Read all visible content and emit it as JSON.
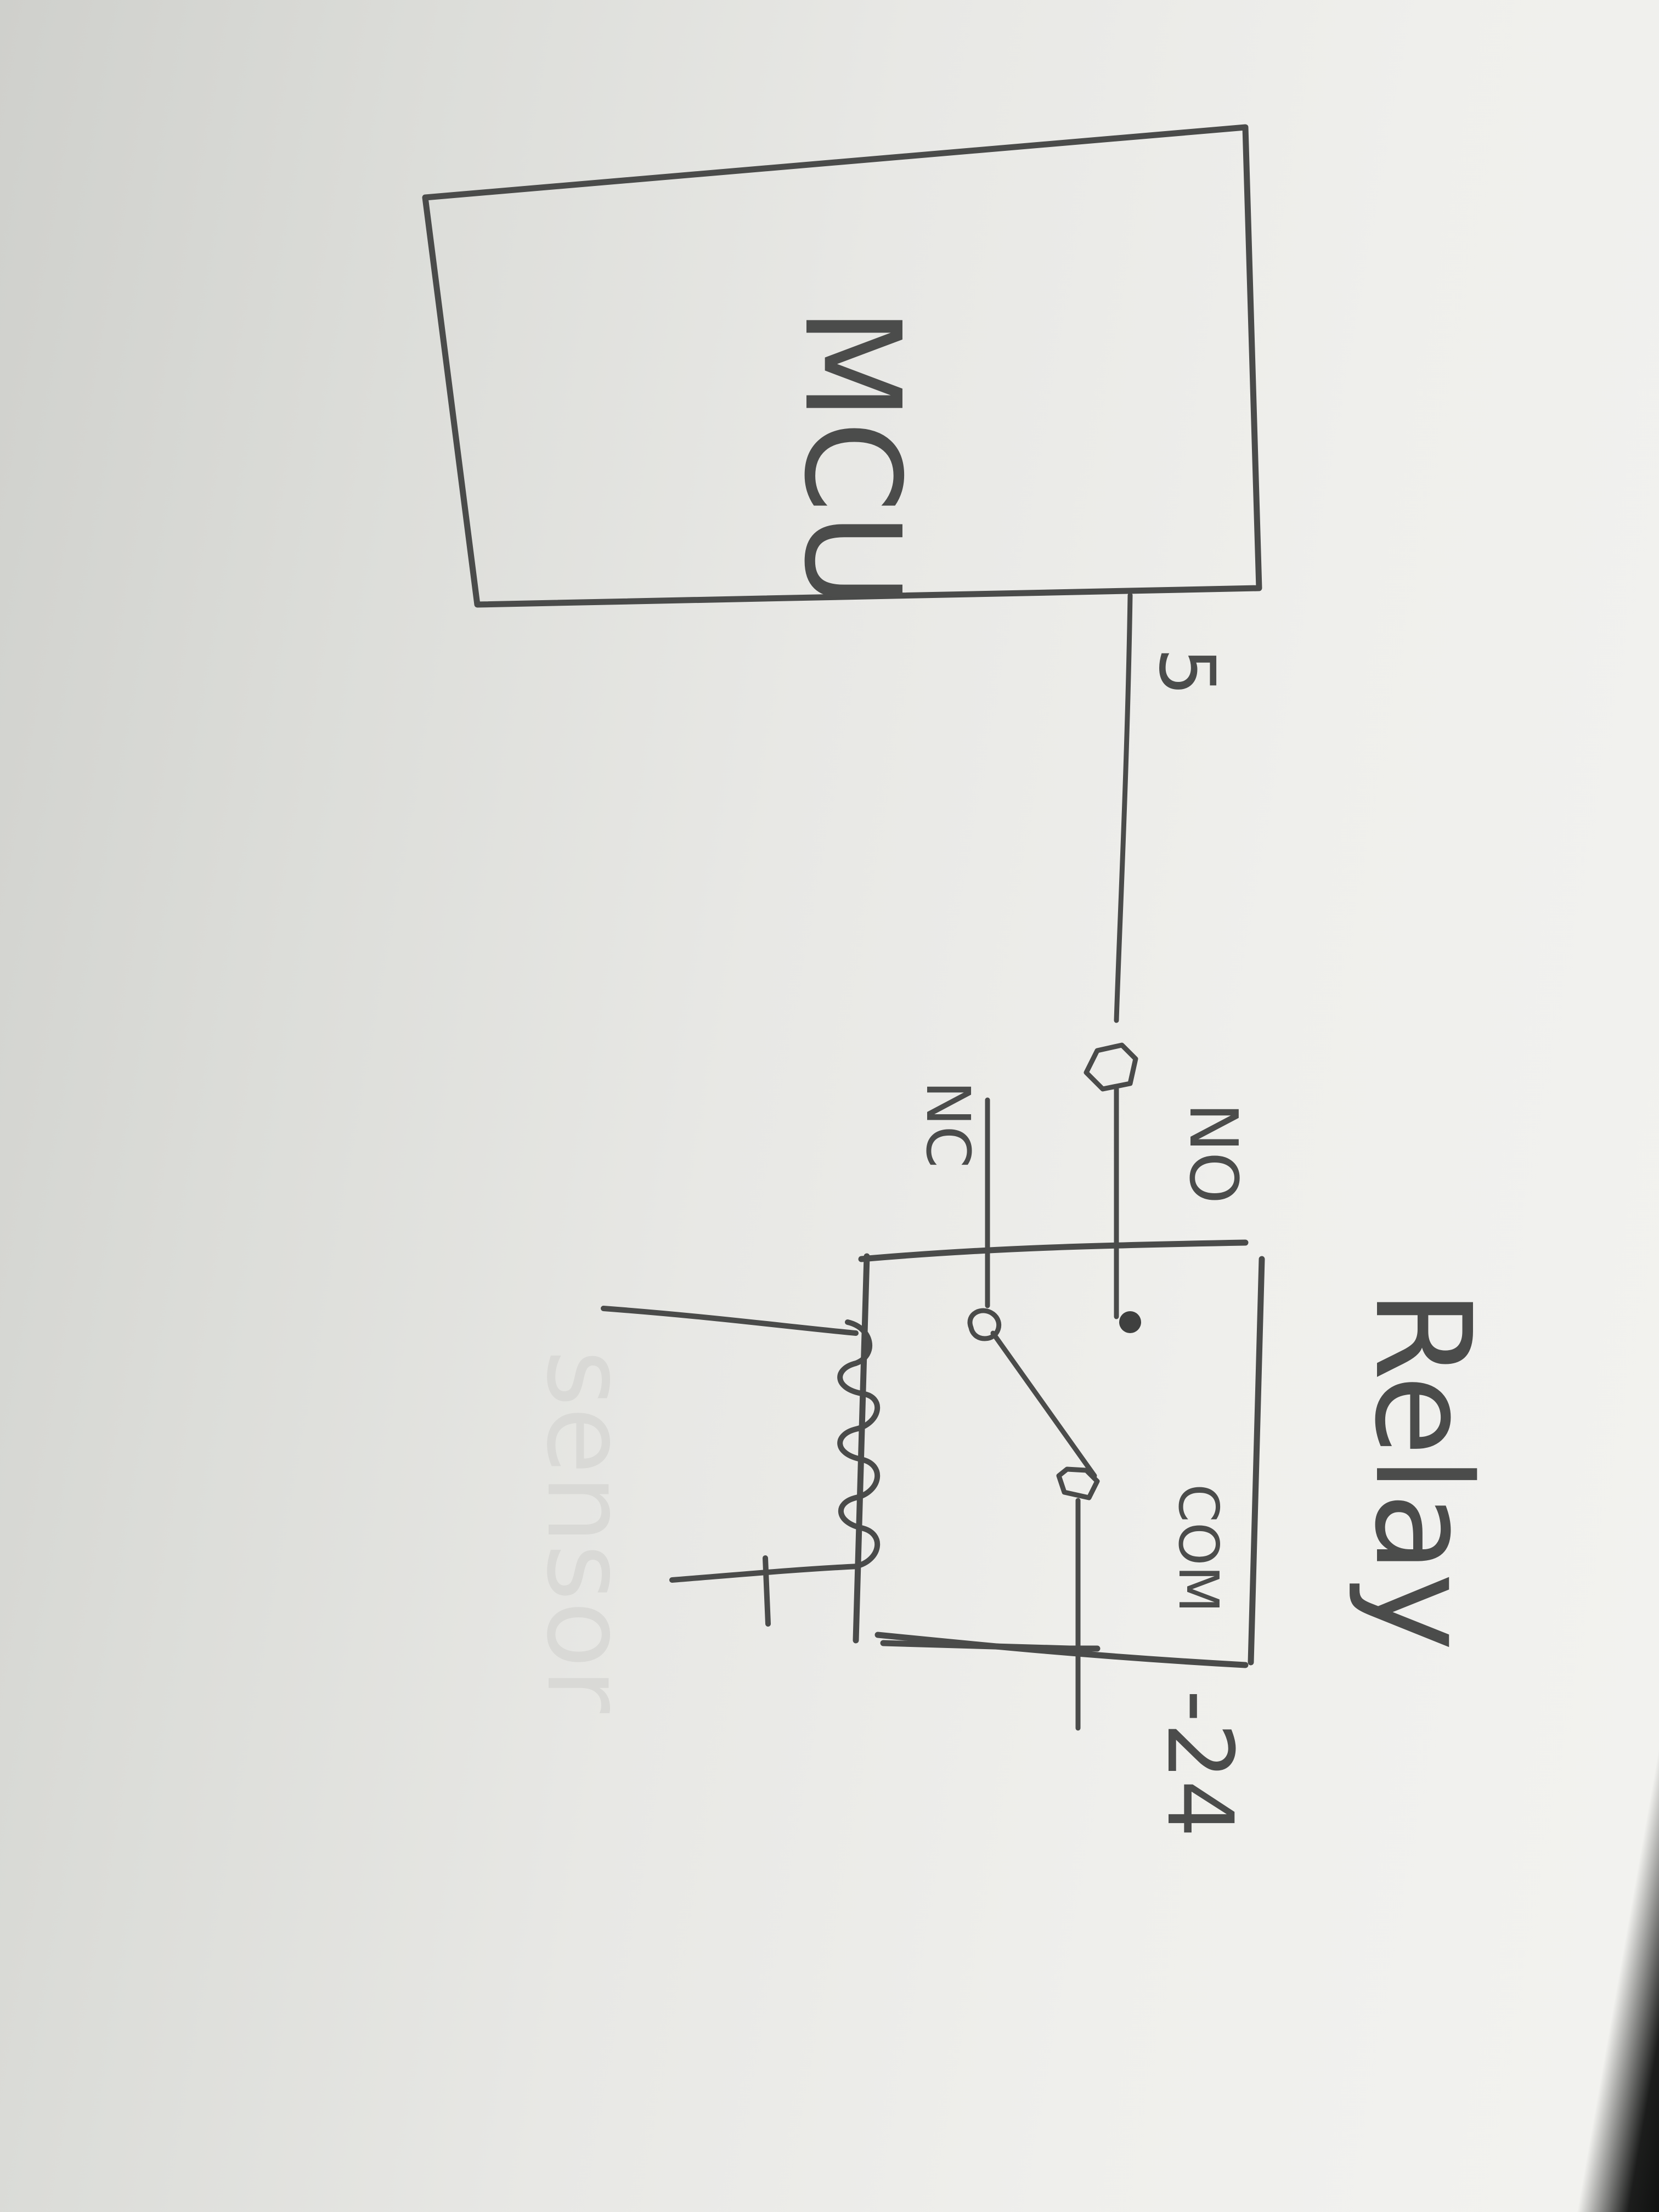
{
  "diagram": {
    "title": "Relay",
    "mcu_label": "MCU",
    "pin_label": "5",
    "no_label": "NO",
    "nc_label": "NC",
    "com_label": "COM",
    "supply_label": "-24",
    "ghost_text": "sensor"
  },
  "colors": {
    "pencil": "#4a4b4a",
    "paper": "#efefec",
    "shadow": "#cfd0cc",
    "edge": "#101110"
  }
}
